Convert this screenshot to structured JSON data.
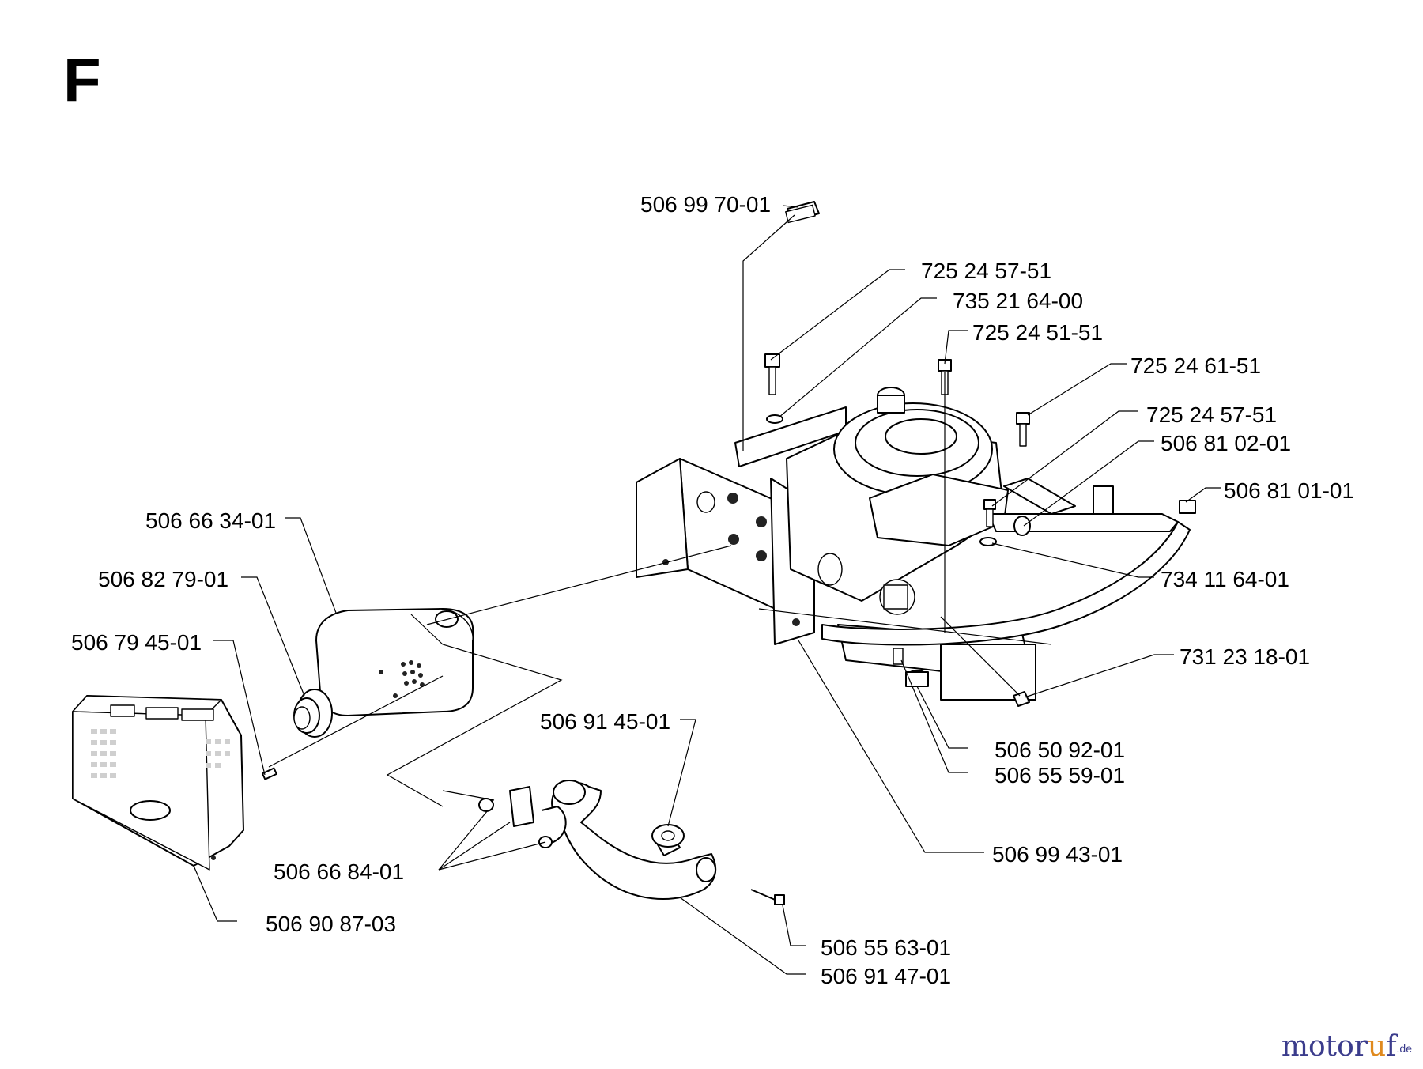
{
  "section": "F",
  "labels": [
    "506 99 70-01",
    "725 24 57-51",
    "735 21 64-00",
    "725 24 51-51",
    "725 24 61-51",
    "725 24 57-51",
    "506 81 02-01",
    "506 81 01-01",
    "734 11 64-01",
    "731 23 18-01",
    "506 50 92-01",
    "506 55 59-01",
    "506 99 43-01",
    "506 66 34-01",
    "506 82 79-01",
    "506 79 45-01",
    "506 91 45-01",
    "506 66 84-01",
    "506 90 87-03",
    "506 55 63-01",
    "506 91 47-01"
  ],
  "watermark": {
    "main": "motor",
    "accent": "u",
    "tail": "f",
    "suffix": ".de"
  }
}
